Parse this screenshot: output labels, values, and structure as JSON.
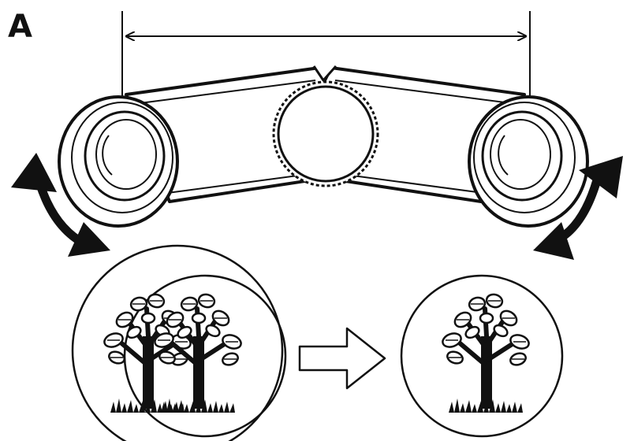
{
  "figure": {
    "panel_label": "A",
    "colors": {
      "ink": "#111111",
      "paper": "#ffffff"
    },
    "icons": {
      "binoculars": "binoculars-top-view",
      "adjust_arrows": "curved-double-arrow",
      "separation": "double-headed-measurement-arrow",
      "before_view": "double-overlapping-field-of-view",
      "after_view": "single-merged-field-of-view",
      "transition": "hollow-right-arrow",
      "subject": "tree"
    }
  }
}
